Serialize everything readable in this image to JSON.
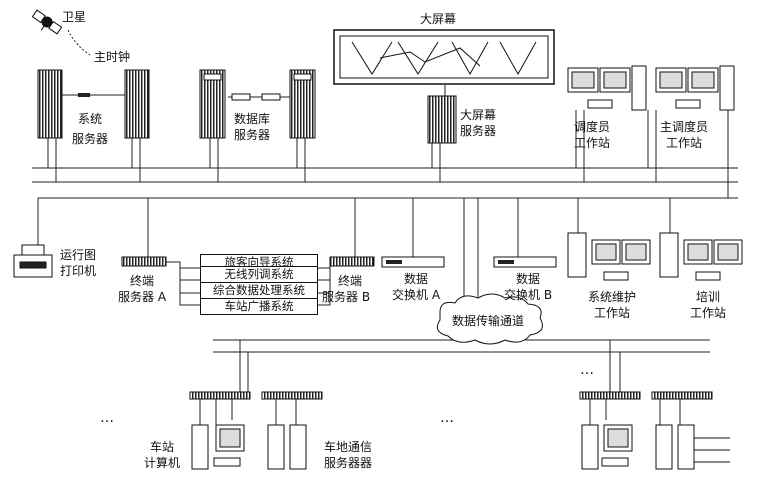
{
  "labels": {
    "satellite": "卫星",
    "master_clock": "主时钟",
    "system_server": [
      "系统",
      "服务器"
    ],
    "database_server": [
      "数据库",
      "服务器"
    ],
    "big_screen": "大屏幕",
    "big_screen_server": [
      "大屏幕",
      "服务器"
    ],
    "dispatcher_ws": [
      "调度员",
      "工作站"
    ],
    "chief_dispatcher_ws": [
      "主调度员",
      "工作站"
    ],
    "printer": [
      "运行图",
      "打印机"
    ],
    "terminal_server_a": [
      "终端",
      "服务器 A"
    ],
    "terminal_server_b": [
      "终端",
      "服务器 B"
    ],
    "data_switch_a": [
      "数据",
      "交换机 A"
    ],
    "data_switch_b": [
      "数据",
      "交换机 B"
    ],
    "sys_maint_ws": [
      "系统维护",
      "工作站"
    ],
    "training_ws": [
      "培训",
      "工作站"
    ],
    "data_channel": "数据传输通道",
    "station_computer": [
      "车站",
      "计算机"
    ],
    "train_ground_server": [
      "车地通信",
      "服务器器"
    ],
    "ellipsis": "…"
  },
  "subsystems": [
    "旅客向导系统",
    "无线列调系统",
    "综合数据处理系统",
    "车站广播系统"
  ]
}
